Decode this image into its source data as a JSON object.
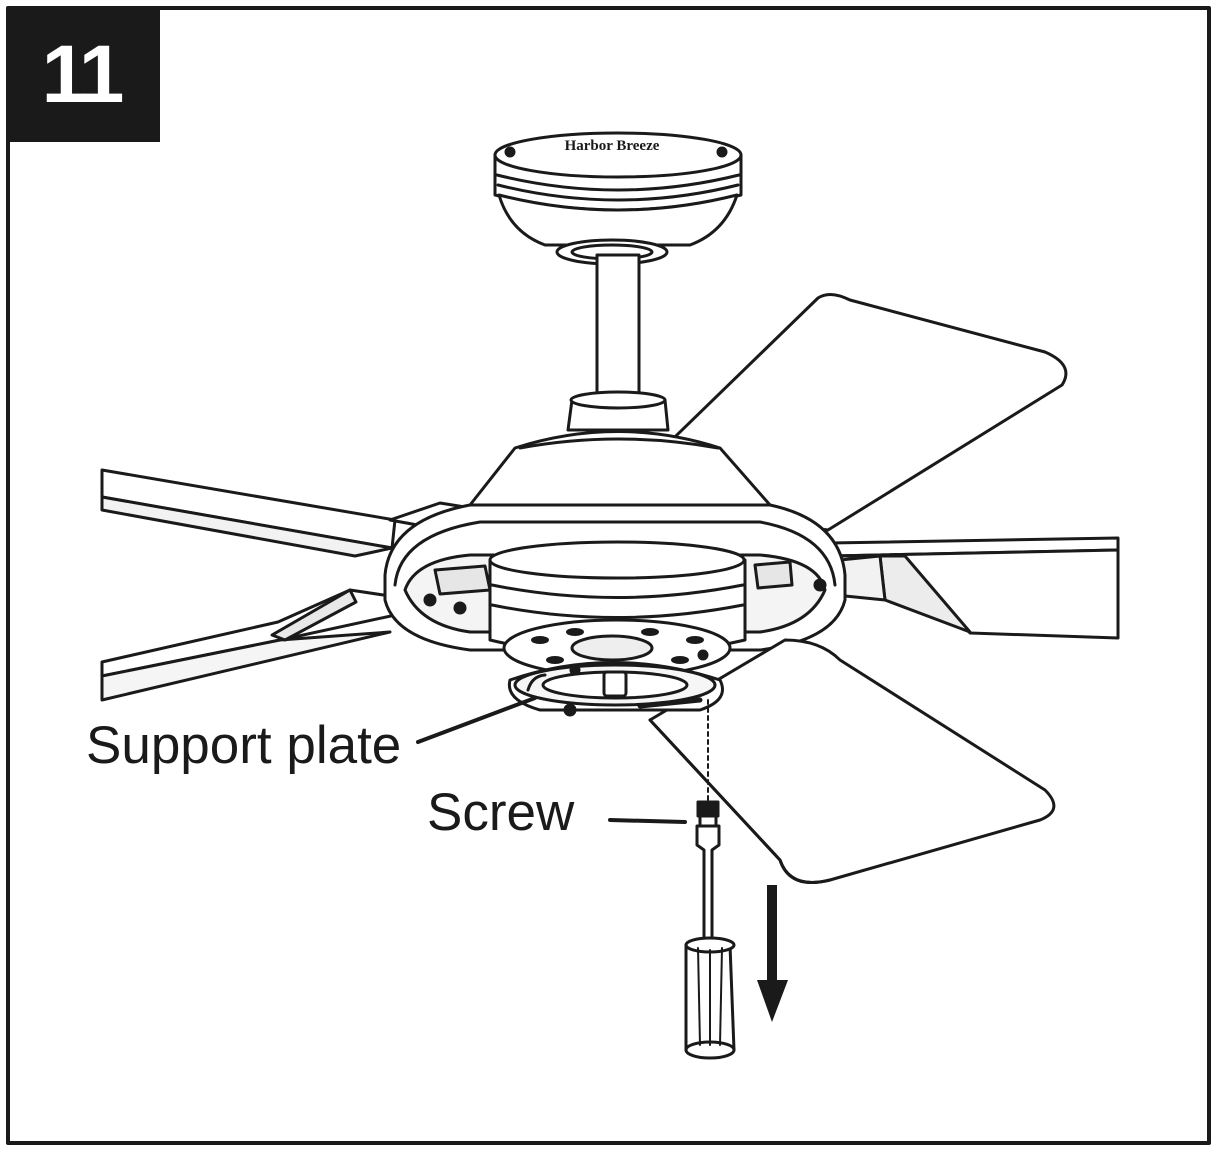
{
  "step": {
    "number": "11"
  },
  "labels": {
    "support_plate": "Support plate",
    "screw": "Screw"
  },
  "canopy": {
    "brand": "Harbor Breeze"
  },
  "colors": {
    "ink": "#1a1a1a",
    "paper": "#ffffff"
  }
}
